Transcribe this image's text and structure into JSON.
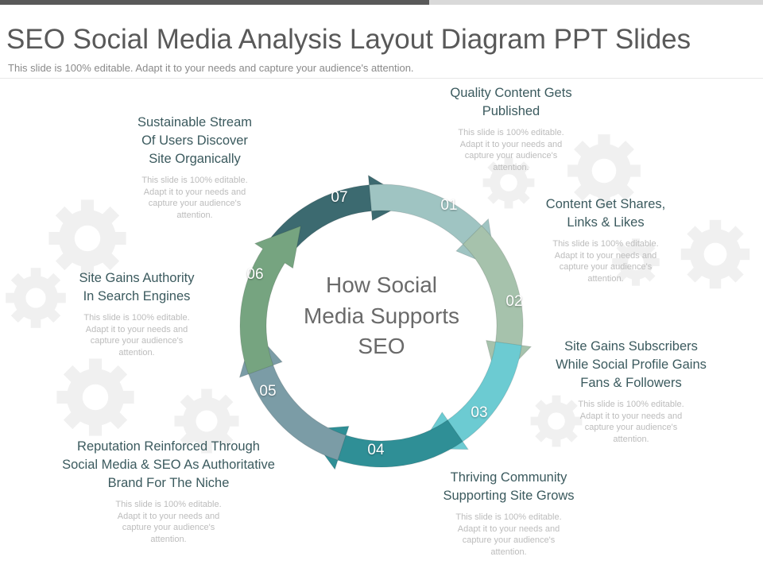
{
  "header": {
    "title": "SEO Social Media Analysis Layout Diagram PPT Slides",
    "subtitle": "This slide is 100% editable. Adapt it to your needs and capture your audience's attention."
  },
  "center": {
    "line1": "How Social",
    "line2": "Media Supports",
    "line3": "SEO"
  },
  "steps": [
    {
      "number": "01",
      "heading": [
        "Quality Content Gets",
        "Published"
      ],
      "desc": [
        "This slide is 100% editable.",
        "Adapt it to your needs and",
        "capture your audience's",
        "attention."
      ],
      "color": "#9fc4c2"
    },
    {
      "number": "02",
      "heading": [
        "Content Get Shares,",
        "Links & Likes"
      ],
      "desc": [
        "This slide is 100% editable.",
        "Adapt it to your needs and",
        "capture your audience's",
        "attention."
      ],
      "color": "#a6c2ac"
    },
    {
      "number": "03",
      "heading": [
        "Site Gains Subscribers",
        "While Social Profile Gains",
        "Fans & Followers"
      ],
      "desc": [
        "This slide is 100% editable.",
        "Adapt it to your needs and",
        "capture your audience's",
        "attention."
      ],
      "color": "#6ccbd2"
    },
    {
      "number": "04",
      "heading": [
        "Thriving Community",
        "Supporting Site Grows"
      ],
      "desc": [
        "This slide is 100% editable.",
        "Adapt it to your needs and",
        "capture your audience's",
        "attention."
      ],
      "color": "#2f8f96"
    },
    {
      "number": "05",
      "heading": [
        "Reputation Reinforced Through",
        "Social Media & SEO As Authoritative",
        "Brand For The Niche"
      ],
      "desc": [
        "This slide is 100% editable.",
        "Adapt it to your needs and",
        "capture your audience's",
        "attention."
      ],
      "color": "#7b9ca6"
    },
    {
      "number": "06",
      "heading": [
        "Site Gains Authority",
        "In Search Engines"
      ],
      "desc": [
        "This slide is 100% editable.",
        "Adapt it to your needs and",
        "capture your audience's",
        "attention."
      ],
      "color": "#76a480"
    },
    {
      "number": "07",
      "heading": [
        "Sustainable Stream",
        "Of Users Discover",
        "Site Organically"
      ],
      "desc": [
        "This slide is 100% editable.",
        "Adapt it to your needs and",
        "capture your audience's",
        "attention."
      ],
      "color": "#3c6a70"
    }
  ]
}
